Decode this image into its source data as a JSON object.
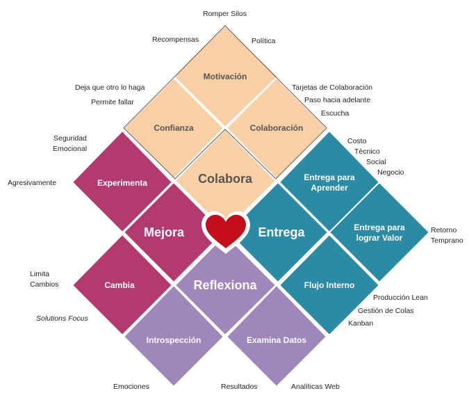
{
  "colors": {
    "peach": "#f9cfa5",
    "magenta": "#b33a6e",
    "teal": "#2b8aa4",
    "lavender": "#9f86bb",
    "heart": "#c40e1b",
    "text_dark": "#555555"
  },
  "icons": {
    "center": "heart-icon"
  },
  "tiles": {
    "motivacion": "Motivación",
    "confianza": "Confianza",
    "colaboracion": "Colaboración",
    "colabora": "Colabora",
    "experimenta": "Experimenta",
    "entrega_aprender_1": "Entrega para",
    "entrega_aprender_2": "Aprender",
    "mejora": "Mejora",
    "entrega": "Entrega",
    "entrega_valor_1": "Entrega para",
    "entrega_valor_2": "lograr Valor",
    "cambia": "Cambia",
    "reflexiona": "Reflexiona",
    "flujo_interno": "Flujo Interno",
    "introspeccion": "Introspección",
    "examina_datos": "Examina Datos"
  },
  "notes": {
    "romper_silos": "Romper Silos",
    "recompensas": "Recompensas",
    "politica": "Política",
    "deja_que": "Deja que otro lo haga",
    "permite_fallar": "Permite fallar",
    "tarjetas": "Tarjetas de Colaboración",
    "paso": "Paso hacia adelante",
    "escucha": "Escucha",
    "seguridad": "Seguridad",
    "emocional": "Emocional",
    "agresivamente": "Agresivamente",
    "costo": "Costo",
    "tecnico": "Técnico",
    "social": "Social",
    "negocio": "Negocio",
    "retorno": "Retorno",
    "temprano": "Temprano",
    "limita": "Limita",
    "cambios": "Cambios",
    "solutions_focus": "Solutions Focus",
    "produccion_lean": "Producción Lean",
    "gestion_colas": "Gestión de Colas",
    "kanban": "Kanban",
    "emociones": "Emociones",
    "resultados": "Resultados",
    "analiticas_web": "Analíticas Web"
  }
}
